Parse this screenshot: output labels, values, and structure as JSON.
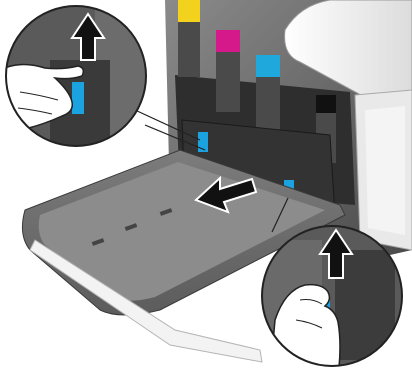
{
  "illustration": {
    "subject": "printer-front-door-open-waste-toner-box",
    "colors": {
      "toner_yellow": "#f2d21c",
      "toner_magenta": "#d6198a",
      "toner_cyan": "#1fa8dc",
      "toner_black": "#1b1b1b",
      "release_lever": "#1aa3e0",
      "body_dark": "#3c3c3c",
      "body_mid": "#707070",
      "body_light": "#9a9a9a",
      "panel_light": "#f4f4f4",
      "arrow": "#111111"
    },
    "icons": [
      "arrow-up-icon-left",
      "arrow-up-icon-right",
      "arrow-left-icon-center"
    ]
  }
}
